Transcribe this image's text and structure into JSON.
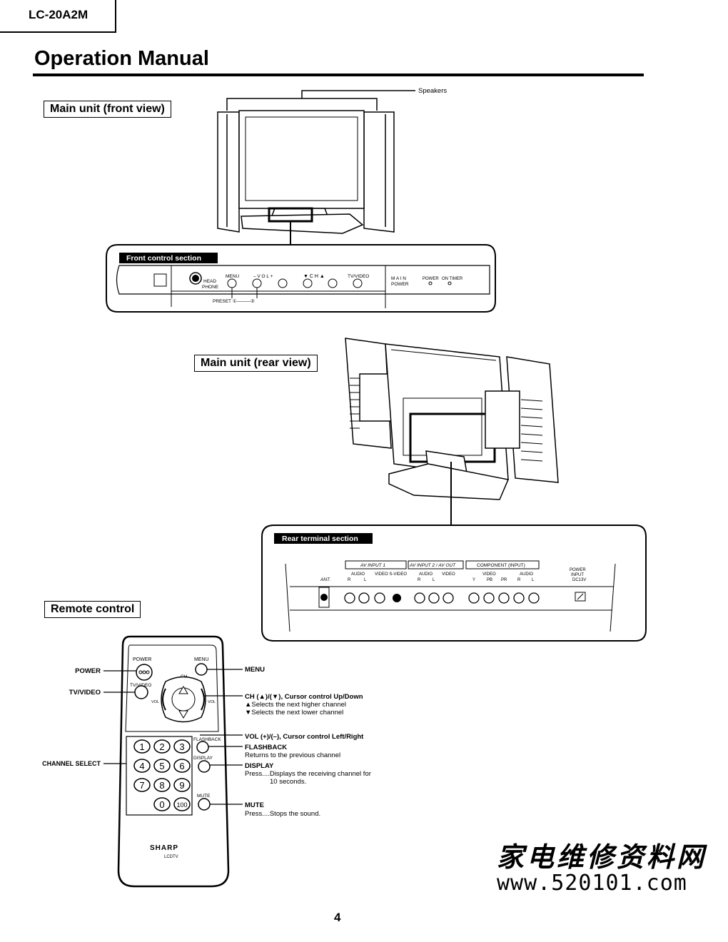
{
  "header": {
    "model": "LC-20A2M",
    "title": "Operation Manual"
  },
  "labels": {
    "front_view": "Main unit (front view)",
    "rear_view": "Main unit (rear view)",
    "remote": "Remote control"
  },
  "front": {
    "speakers": "Speakers",
    "section_title": "Front control section",
    "head_phone_1": "HEAD",
    "head_phone_2": "PHONE",
    "menu": "MENU",
    "vol": "–   V O L   +",
    "ch": "▼   C H   ▲",
    "tv_video": "TV/VIDEO",
    "main_1": "M A I N",
    "main_2": "POWER",
    "power": "POWER",
    "on_timer": "ON TIMER",
    "preset": "PRESET ①———②"
  },
  "rear": {
    "section_title": "Rear terminal section",
    "av1": "AV INPUT 1",
    "av2": "AV INPUT 2 / AV OUT",
    "component": "COMPONENT (INPUT)",
    "audio": "AUDIO",
    "video_svideo": "VIDEO S-VIDEO",
    "video": "VIDEO",
    "ant": "ANT.",
    "r": "R",
    "l": "L",
    "y": "Y",
    "pb": "PB",
    "pr": "PR",
    "power_input_1": "POWER",
    "power_input_2": "INPUT",
    "power_input_3": "DC13V"
  },
  "remote": {
    "btn_power": "POWER",
    "btn_menu": "MENU",
    "btn_tvvideo": "TV/VIDEO",
    "btn_ch": "CH",
    "btn_vol_l": "VOL",
    "btn_vol_r": "VOL",
    "btn_flashback": "FLASHBACK",
    "btn_display": "DISPLAY",
    "btn_mute": "MUTE",
    "brand": "SHARP",
    "brand_sub": "LCDTV",
    "keys": [
      "1",
      "2",
      "3",
      "4",
      "5",
      "6",
      "7",
      "8",
      "9",
      "0",
      "100"
    ],
    "callout_power": "POWER",
    "callout_tvvideo": "TV/VIDEO",
    "callout_channel": "CHANNEL SELECT",
    "callout_menu": "MENU",
    "callout_ch": "CH (▲)/(▼), Cursor control Up/Down",
    "callout_ch_d1": "▲Selects the next higher channel",
    "callout_ch_d2": "▼Selects the next lower channel",
    "callout_vol": "VOL (+)/(–), Cursor control Left/Right",
    "callout_flashback": "FLASHBACK",
    "callout_flashback_d": "Returns to the previous channel",
    "callout_display": "DISPLAY",
    "callout_display_d1": "Press....Displays the receiving channel for",
    "callout_display_d2": "10 seconds.",
    "callout_mute": "MUTE",
    "callout_mute_d": "Press....Stops the sound."
  },
  "footer": {
    "page": "4",
    "watermark_cn": "家电维修资料网",
    "watermark_url": "www.520101.com"
  }
}
